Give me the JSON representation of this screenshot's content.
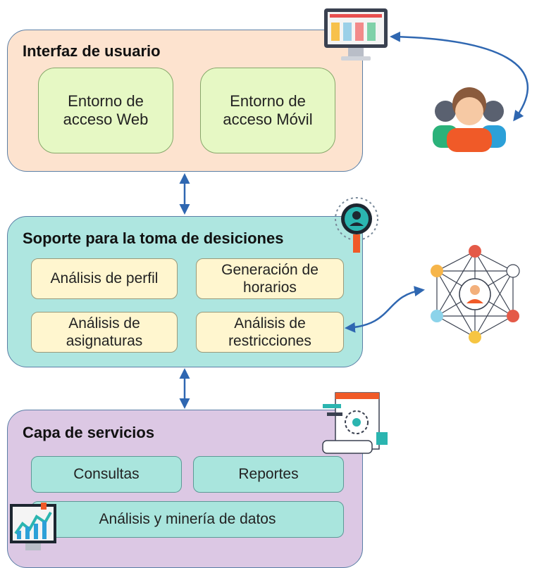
{
  "layers": {
    "ui": {
      "title": "Interfaz de usuario",
      "boxes": [
        "Entorno de\nacceso Web",
        "Entorno de\nacceso Móvil"
      ]
    },
    "decision": {
      "title": "Soporte para la toma de desiciones",
      "boxes": [
        "Análisis de perfil",
        "Generación de\nhorarios",
        "Análisis de\nasignaturas",
        "Análisis de\nrestricciones"
      ]
    },
    "services": {
      "title": "Capa de servicios",
      "boxes": [
        "Consultas",
        "Reportes",
        "Análisis y minería de datos"
      ]
    }
  },
  "colors": {
    "ui_bg": "#fde3cf",
    "decision_bg": "#aee6e0",
    "services_bg": "#dcc8e4",
    "arrow": "#2f67b1"
  },
  "icons": [
    "monitor-icon",
    "users-group-icon",
    "search-person-icon",
    "network-icon",
    "document-gear-icon",
    "dashboard-icon"
  ]
}
